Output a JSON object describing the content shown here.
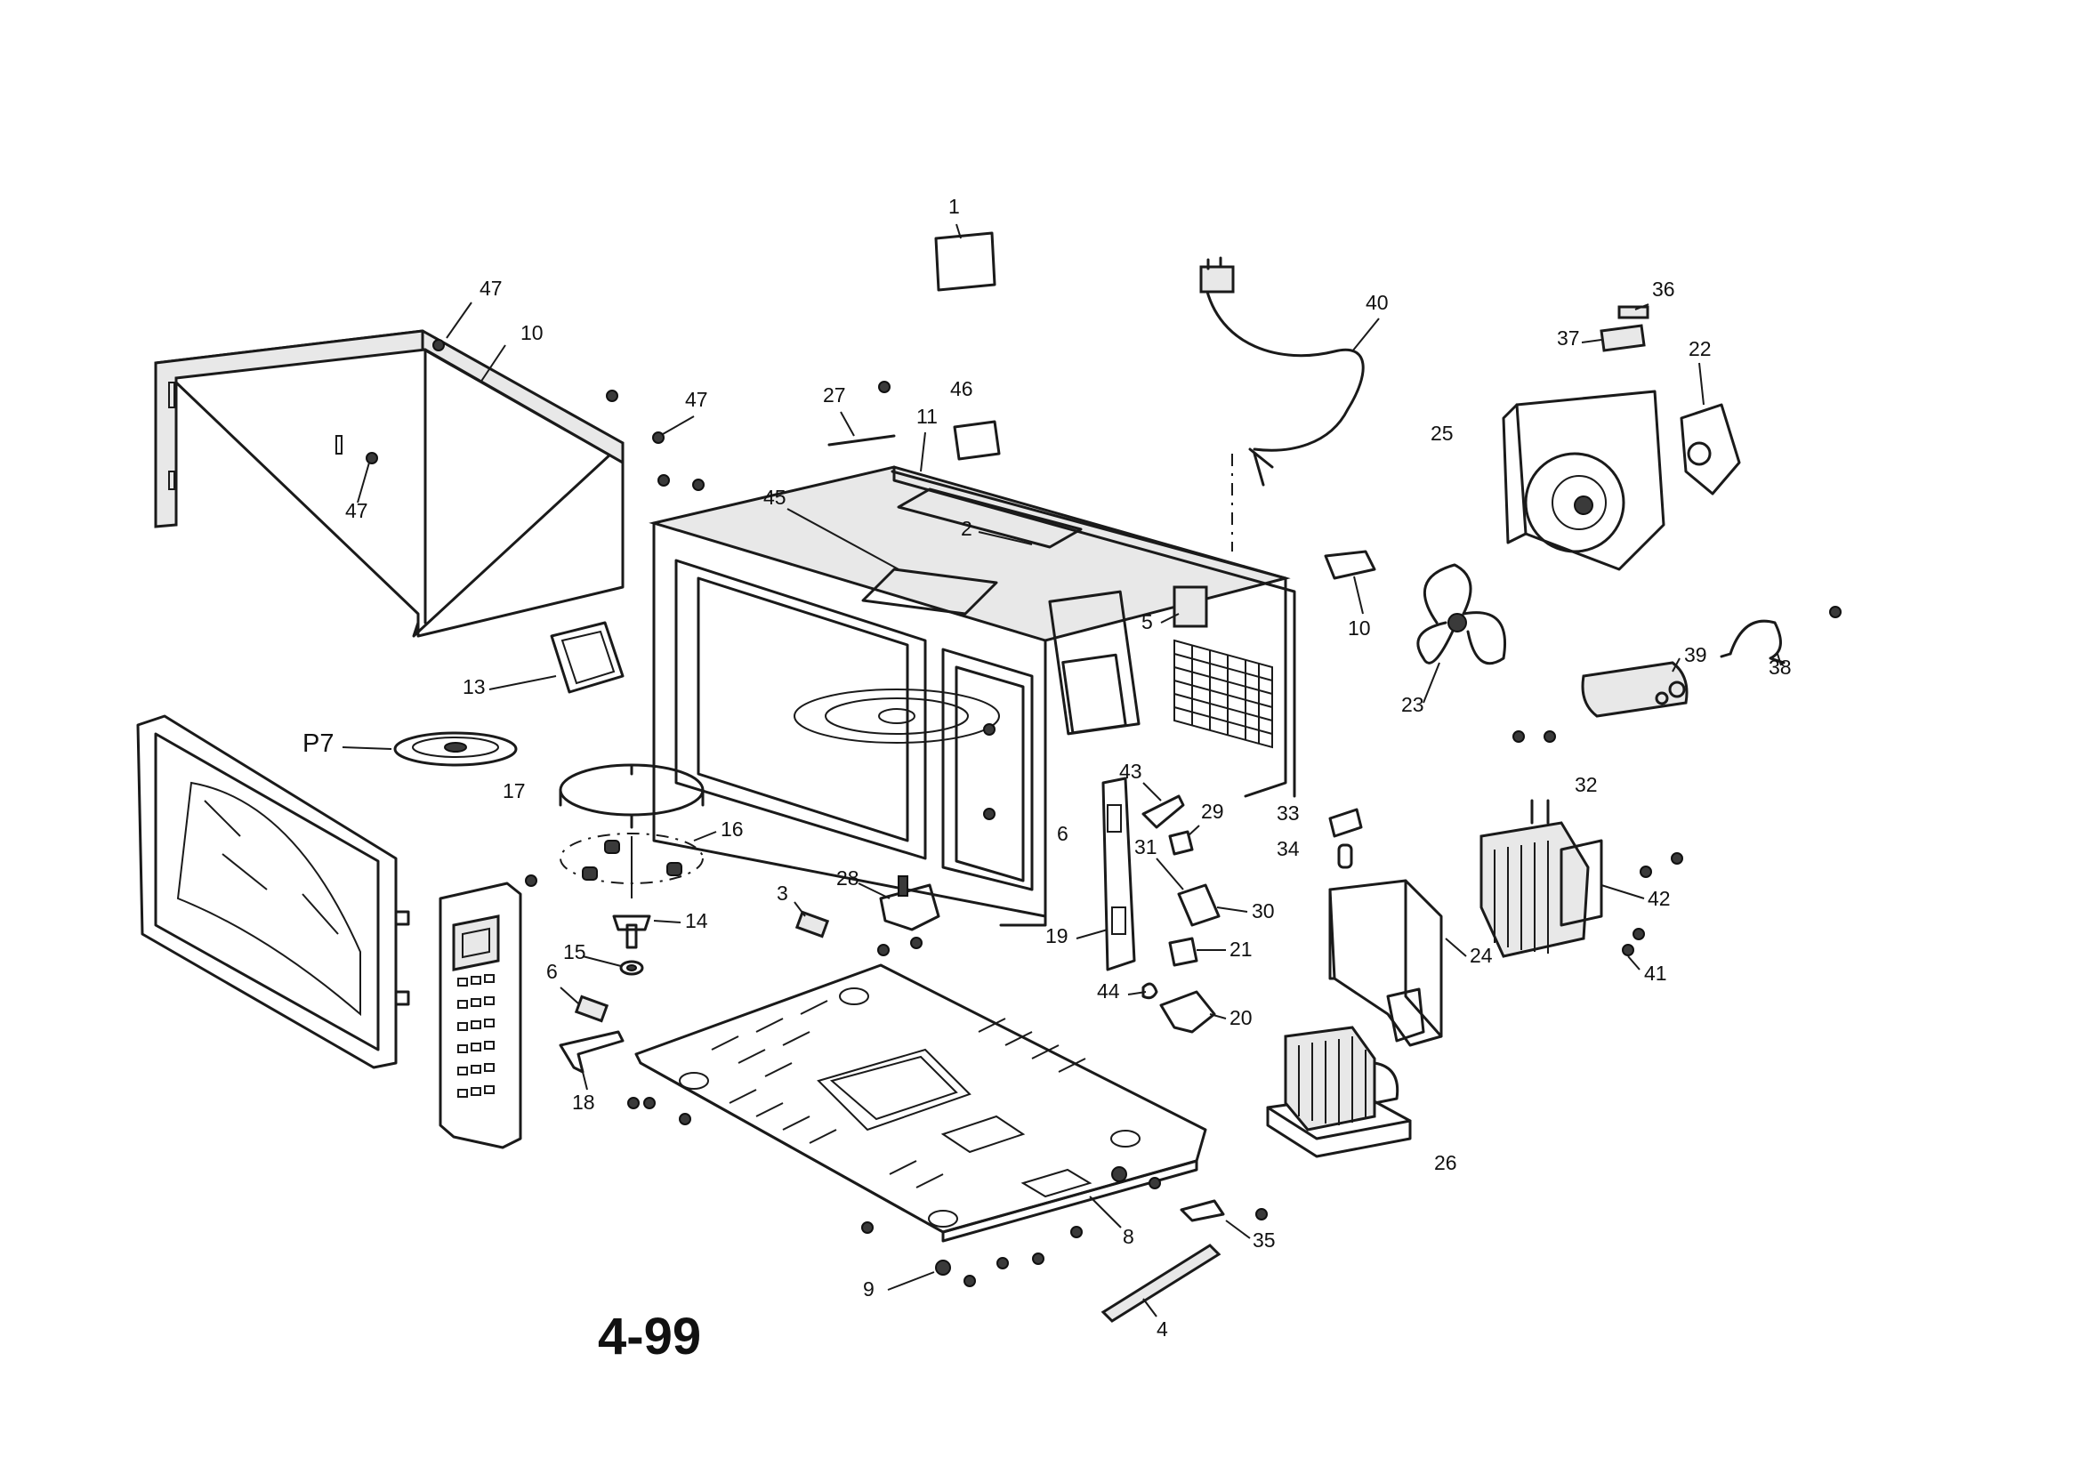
{
  "diagram": {
    "page_number": "4-99",
    "callouts": [
      {
        "id": "c1",
        "label": "1"
      },
      {
        "id": "c2",
        "label": "2"
      },
      {
        "id": "c3",
        "label": "3"
      },
      {
        "id": "c4",
        "label": "4"
      },
      {
        "id": "c5",
        "label": "5"
      },
      {
        "id": "c6a",
        "label": "6"
      },
      {
        "id": "c6b",
        "label": "6"
      },
      {
        "id": "c8",
        "label": "8"
      },
      {
        "id": "c9",
        "label": "9"
      },
      {
        "id": "c10a",
        "label": "10"
      },
      {
        "id": "c10b",
        "label": "10"
      },
      {
        "id": "c11",
        "label": "11"
      },
      {
        "id": "c13",
        "label": "13"
      },
      {
        "id": "c14",
        "label": "14"
      },
      {
        "id": "c15",
        "label": "15"
      },
      {
        "id": "c16",
        "label": "16"
      },
      {
        "id": "c17",
        "label": "17"
      },
      {
        "id": "c18",
        "label": "18"
      },
      {
        "id": "c19",
        "label": "19"
      },
      {
        "id": "c20",
        "label": "20"
      },
      {
        "id": "c21",
        "label": "21"
      },
      {
        "id": "c22",
        "label": "22"
      },
      {
        "id": "c23",
        "label": "23"
      },
      {
        "id": "c24",
        "label": "24"
      },
      {
        "id": "c25",
        "label": "25"
      },
      {
        "id": "c26",
        "label": "26"
      },
      {
        "id": "c27",
        "label": "27"
      },
      {
        "id": "c28",
        "label": "28"
      },
      {
        "id": "c29",
        "label": "29"
      },
      {
        "id": "c30",
        "label": "30"
      },
      {
        "id": "c31",
        "label": "31"
      },
      {
        "id": "c32",
        "label": "32"
      },
      {
        "id": "c33",
        "label": "33"
      },
      {
        "id": "c34",
        "label": "34"
      },
      {
        "id": "c35",
        "label": "35"
      },
      {
        "id": "c36",
        "label": "36"
      },
      {
        "id": "c37",
        "label": "37"
      },
      {
        "id": "c38",
        "label": "38"
      },
      {
        "id": "c39",
        "label": "39"
      },
      {
        "id": "c40",
        "label": "40"
      },
      {
        "id": "c41",
        "label": "41"
      },
      {
        "id": "c42",
        "label": "42"
      },
      {
        "id": "c43",
        "label": "43"
      },
      {
        "id": "c44",
        "label": "44"
      },
      {
        "id": "c45",
        "label": "45"
      },
      {
        "id": "c46",
        "label": "46"
      },
      {
        "id": "c47a",
        "label": "47"
      },
      {
        "id": "c47b",
        "label": "47"
      },
      {
        "id": "c47c",
        "label": "47"
      },
      {
        "id": "cP7",
        "label": "P7"
      }
    ]
  }
}
